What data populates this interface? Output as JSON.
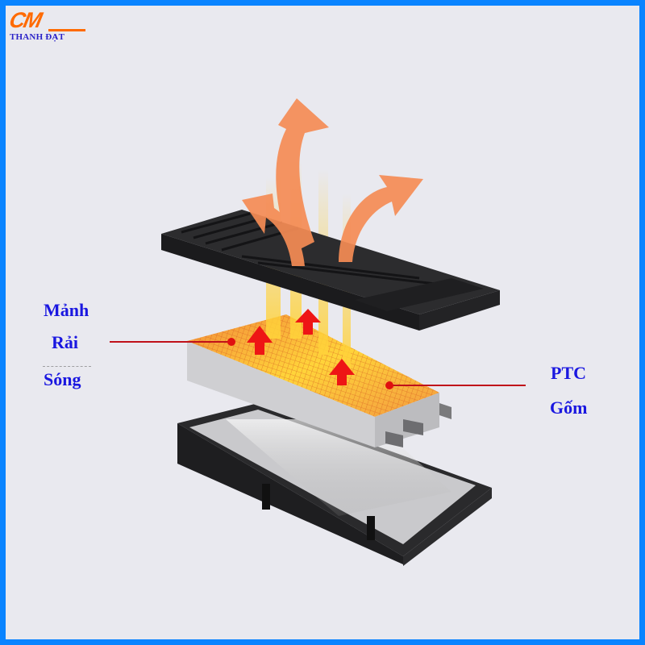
{
  "logo": {
    "mark": "CM",
    "subtitle": "THANH ĐẠT",
    "mark_color": "#ff6a00",
    "subtitle_color": "#2a22c8"
  },
  "frame": {
    "border_color": "#0a84ff",
    "background": "#e9e9ef"
  },
  "illustration": {
    "subject": "exploded view of PTC ceramic heater module",
    "layers": [
      "top-grille-cover",
      "ptc-ceramic-element",
      "bottom-housing"
    ],
    "heat_arrows": 3,
    "airflow_arrows": 3
  },
  "labels": {
    "left": {
      "lines": [
        "Mảnh",
        "Rải",
        "Sóng"
      ],
      "color": "#1a17e0"
    },
    "right": {
      "lines": [
        "PTC",
        "Gốm"
      ],
      "color": "#1a17e0"
    },
    "leader_color": "#c0111a"
  }
}
